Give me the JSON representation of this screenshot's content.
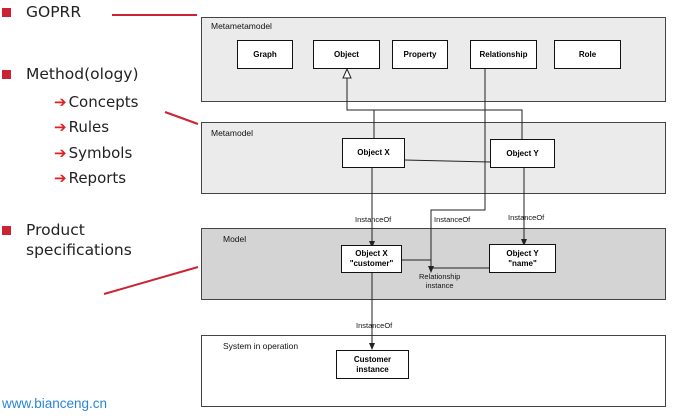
{
  "bullets": [
    {
      "text": "GOPRR"
    },
    {
      "text": "Method(ology)"
    },
    {
      "text": "Product",
      "text2": "specifications"
    }
  ],
  "sub_items": [
    "Concepts",
    "Rules",
    "Symbols",
    "Reports"
  ],
  "sub_arrow": "➔",
  "layers": {
    "metametamodel": "Metametamodel",
    "metamodel": "Metamodel",
    "model": "Model",
    "system": "System in operation"
  },
  "nodes": {
    "graph": "Graph",
    "object": "Object",
    "property": "Property",
    "relationship": "Relationship",
    "role": "Role",
    "object_x": "Object X",
    "object_y": "Object Y",
    "object_x_customer_1": "Object X",
    "object_x_customer_2": "\"customer\"",
    "object_y_name_1": "Object Y",
    "object_y_name_2": "\"name\"",
    "customer_instance_1": "Customer",
    "customer_instance_2": "instance"
  },
  "edge_labels": {
    "instance_of_left": "InstanceOf",
    "instance_of_mid": "InstanceOf",
    "instance_of_right": "InstanceOf",
    "instance_of_bottom": "InstanceOf",
    "relationship_instance_1": "Relationship",
    "relationship_instance_2": "instance"
  },
  "colors": {
    "bullet": "#cc2233",
    "arrow": "#e02020",
    "metametamodel_bg": "#ebebeb",
    "metamodel_bg": "#ebebeb",
    "model_bg": "#d4d4d4",
    "system_bg": "#ffffff",
    "watermark": "#2a85d8"
  },
  "watermark": "www.bianceng.cn"
}
